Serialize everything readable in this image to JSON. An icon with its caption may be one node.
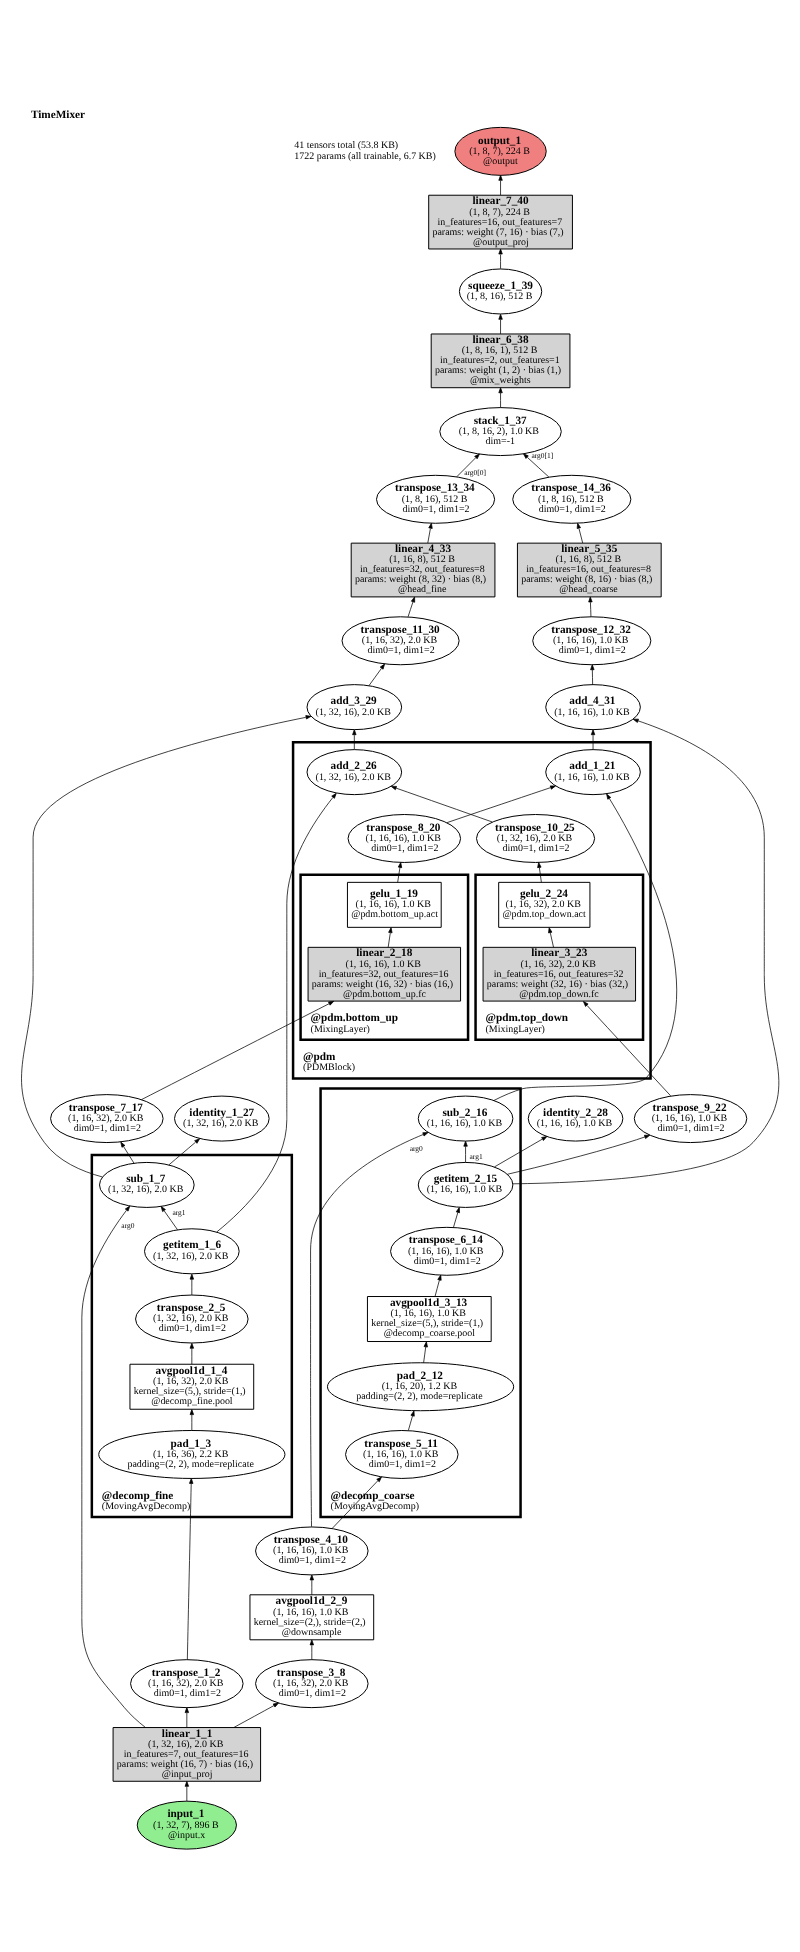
{
  "diagram": {
    "title": "TimeMixer",
    "labels": [
      "41 tensors total (53.8 KB)",
      "1722 params (all trainable, 6.7 KB)"
    ],
    "nodes": [
      {
        "text": [
          "output_1",
          "(1, 8, 7), 224 B",
          "@output"
        ]
      },
      {
        "text": [
          "linear_7_40",
          "(1, 8, 7), 224 B",
          "in_features=16, out_features=7",
          "params: weight (7, 16) · bias (7,)",
          "@output_proj"
        ]
      },
      {
        "text": [
          "squeeze_1_39",
          "(1, 8, 16), 512 B"
        ]
      },
      {
        "text": [
          "linear_6_38",
          "(1, 8, 16, 1), 512 B",
          "in_features=2, out_features=1",
          "params: weight (1, 2) · bias (1,)",
          "@mix_weights"
        ]
      },
      {
        "text": [
          "stack_1_37",
          "(1, 8, 16, 2), 1.0 KB",
          "dim=-1"
        ]
      },
      {
        "text": [
          "transpose_13_34",
          "(1, 8, 16), 512 B",
          "dim0=1, dim1=2"
        ]
      },
      {
        "text": [
          "transpose_14_36",
          "(1, 8, 16), 512 B",
          "dim0=1, dim1=2"
        ]
      },
      {
        "text": [
          "linear_4_33",
          "(1, 16, 8), 512 B",
          "in_features=32, out_features=8",
          "params: weight (8, 32) · bias (8,)",
          "@head_fine"
        ]
      },
      {
        "text": [
          "linear_5_35",
          "(1, 16, 8), 512 B",
          "in_features=16, out_features=8",
          "params: weight (8, 16) · bias (8,)",
          "@head_coarse"
        ]
      },
      {
        "text": [
          "transpose_11_30",
          "(1, 16, 32), 2.0 KB",
          "dim0=1, dim1=2"
        ]
      },
      {
        "text": [
          "transpose_12_32",
          "(1, 16, 16), 1.0 KB",
          "dim0=1, dim1=2"
        ]
      },
      {
        "text": [
          "add_3_29",
          "(1, 32, 16), 2.0 KB"
        ]
      },
      {
        "text": [
          "add_4_31",
          "(1, 16, 16), 1.0 KB"
        ]
      },
      {
        "text": [
          "@pdm",
          "(PDMBlock)"
        ]
      },
      {
        "text": [
          "add_2_26",
          "(1, 32, 16), 2.0 KB"
        ],
        "in": 13
      },
      {
        "text": [
          "add_1_21",
          "(1, 16, 16), 1.0 KB"
        ],
        "in": 13
      },
      {
        "text": [
          "transpose_10_25",
          "(1, 32, 16), 2.0 KB",
          "dim0=1, dim1=2"
        ],
        "in": 13
      },
      {
        "text": [
          "transpose_8_20",
          "(1, 16, 16), 1.0 KB",
          "dim0=1, dim1=2"
        ],
        "in": 13
      },
      {
        "text": [
          "@pdm.top_down",
          "(MixingLayer)"
        ],
        "in": 13
      },
      {
        "text": [
          "gelu_2_24",
          "(1, 16, 32), 2.0 KB",
          "@pdm.top_down.act"
        ],
        "in": 18
      },
      {
        "text": [
          "linear_3_23",
          "(1, 16, 32), 2.0 KB",
          "in_features=16, out_features=32",
          "params: weight (32, 16) · bias (32,)",
          "@pdm.top_down.fc"
        ],
        "in": 18
      },
      {
        "text": [
          "@pdm.bottom_up",
          "(MixingLayer)"
        ],
        "in": 13
      },
      {
        "text": [
          "gelu_1_19",
          "(1, 16, 16), 1.0 KB",
          "@pdm.bottom_up.act"
        ],
        "in": 21
      },
      {
        "text": [
          "linear_2_18",
          "(1, 16, 16), 1.0 KB",
          "in_features=32, out_features=16",
          "params: weight (16, 32) · bias (16,)",
          "@pdm.bottom_up.fc"
        ],
        "in": 21
      },
      {
        "text": [
          "@decomp_coarse",
          "(MovingAvgDecomp)"
        ]
      },
      {
        "text": [
          "transpose_7_17",
          "(1, 16, 32), 2.0 KB",
          "dim0=1, dim1=2"
        ]
      },
      {
        "text": [
          "identity_1_27",
          "(1, 32, 16), 2.0 KB"
        ]
      },
      {
        "text": [
          "sub_2_16",
          "(1, 16, 16), 1.0 KB"
        ],
        "in": 24
      },
      {
        "text": [
          "transpose_9_22",
          "(1, 16, 16), 1.0 KB",
          "dim0=1, dim1=2"
        ]
      },
      {
        "text": [
          "identity_2_28",
          "(1, 16, 16), 1.0 KB"
        ]
      },
      {
        "text": [
          "@decomp_fine",
          "(MovingAvgDecomp)"
        ]
      },
      {
        "text": [
          "sub_1_7",
          "(1, 32, 16), 2.0 KB"
        ],
        "in": 30
      },
      {
        "text": [
          "getitem_2_15",
          "(1, 16, 16), 1.0 KB"
        ],
        "in": 24
      },
      {
        "text": [
          "getitem_1_6",
          "(1, 32, 16), 2.0 KB"
        ],
        "in": 30
      },
      {
        "text": [
          "transpose_6_14",
          "(1, 16, 16), 1.0 KB",
          "dim0=1, dim1=2"
        ],
        "in": 24
      },
      {
        "text": [
          "transpose_2_5",
          "(1, 32, 16), 2.0 KB",
          "dim0=1, dim1=2"
        ],
        "in": 30
      },
      {
        "text": [
          "avgpool1d_3_13",
          "(1, 16, 16), 1.0 KB",
          "kernel_size=(5,), stride=(1,)",
          "@decomp_coarse.pool"
        ],
        "in": 24
      },
      {
        "text": [
          "avgpool1d_1_4",
          "(1, 16, 32), 2.0 KB",
          "kernel_size=(5,), stride=(1,)",
          "@decomp_fine.pool"
        ],
        "in": 30
      },
      {
        "text": [
          "pad_2_12",
          "(1, 16, 20), 1.2 KB",
          "padding=(2, 2), mode=replicate"
        ],
        "in": 24
      },
      {
        "text": [
          "pad_1_3",
          "(1, 16, 36), 2.2 KB",
          "padding=(2, 2), mode=replicate"
        ],
        "in": 30
      },
      {
        "text": [
          "transpose_5_11",
          "(1, 16, 16), 1.0 KB",
          "dim0=1, dim1=2"
        ],
        "in": 24
      },
      {
        "text": [
          "transpose_4_10",
          "(1, 16, 16), 1.0 KB",
          "dim0=1, dim1=2"
        ]
      },
      {
        "text": [
          "avgpool1d_2_9",
          "(1, 16, 16), 1.0 KB",
          "kernel_size=(2,), stride=(2,)",
          "@downsample"
        ]
      },
      {
        "text": [
          "transpose_1_2",
          "(1, 16, 32), 2.0 KB",
          "dim0=1, dim1=2"
        ]
      },
      {
        "text": [
          "transpose_3_8",
          "(1, 16, 32), 2.0 KB",
          "dim0=1, dim1=2"
        ]
      },
      {
        "text": [
          "linear_1_1",
          "(1, 32, 16), 2.0 KB",
          "in_features=7, out_features=16",
          "params: weight (16, 7) · bias (16,)",
          "@input_proj"
        ]
      },
      {
        "text": [
          "input_1",
          "(1, 32, 7), 896 B",
          "@input.x"
        ]
      }
    ],
    "edges": [
      {
        "from": 46,
        "to": 45,
        "arrow": "to"
      },
      {
        "from": 45,
        "to": 43,
        "arrow": "to"
      },
      {
        "from": 45,
        "to": 44,
        "arrow": "to"
      },
      {
        "from": 45,
        "to": 31,
        "arrow": "to",
        "label": "arg0"
      },
      {
        "from": 43,
        "to": 39,
        "arrow": "to"
      },
      {
        "from": 39,
        "to": 37,
        "arrow": "to"
      },
      {
        "from": 37,
        "to": 35,
        "arrow": "to"
      },
      {
        "from": 35,
        "to": 33,
        "arrow": "to"
      },
      {
        "from": 33,
        "to": 31,
        "arrow": "to",
        "label": "arg1"
      },
      {
        "from": 44,
        "to": 42,
        "arrow": "to"
      },
      {
        "from": 42,
        "to": 41,
        "arrow": "to"
      },
      {
        "from": 41,
        "to": 40,
        "arrow": "to"
      },
      {
        "from": 41,
        "to": 27,
        "arrow": "to",
        "label": "arg0"
      },
      {
        "from": 40,
        "to": 38,
        "arrow": "to"
      },
      {
        "from": 38,
        "to": 36,
        "arrow": "to"
      },
      {
        "from": 36,
        "to": 34,
        "arrow": "to"
      },
      {
        "from": 34,
        "to": 32,
        "arrow": "to"
      },
      {
        "from": 32,
        "to": 27,
        "arrow": "to",
        "label": "arg1"
      },
      {
        "from": 31,
        "to": 25,
        "arrow": "to"
      },
      {
        "from": 31,
        "to": 26,
        "arrow": "to"
      },
      {
        "from": 31,
        "to": 11,
        "arrow": "to"
      },
      {
        "from": 32,
        "to": 28,
        "arrow": "to"
      },
      {
        "from": 32,
        "to": 29,
        "arrow": "to"
      },
      {
        "from": 32,
        "to": 12,
        "arrow": "to"
      },
      {
        "from": 25,
        "to": 23,
        "arrow": "to"
      },
      {
        "from": 23,
        "to": 22,
        "arrow": "to"
      },
      {
        "from": 22,
        "to": 17,
        "arrow": "to"
      },
      {
        "from": 17,
        "to": 15,
        "arrow": "to"
      },
      {
        "from": 27,
        "to": 15,
        "arrow": "to"
      },
      {
        "from": 28,
        "to": 20,
        "arrow": "to"
      },
      {
        "from": 20,
        "to": 19,
        "arrow": "to"
      },
      {
        "from": 19,
        "to": 16,
        "arrow": "to"
      },
      {
        "from": 16,
        "to": 14,
        "arrow": "to"
      },
      {
        "from": 33,
        "to": 14,
        "arrow": "to"
      },
      {
        "from": 14,
        "to": 11,
        "arrow": "to"
      },
      {
        "from": 15,
        "to": 12,
        "arrow": "to"
      },
      {
        "from": 11,
        "to": 9,
        "arrow": "to"
      },
      {
        "from": 12,
        "to": 10,
        "arrow": "to"
      },
      {
        "from": 9,
        "to": 7,
        "arrow": "to"
      },
      {
        "from": 10,
        "to": 8,
        "arrow": "to"
      },
      {
        "from": 7,
        "to": 5,
        "arrow": "to"
      },
      {
        "from": 8,
        "to": 6,
        "arrow": "to"
      },
      {
        "from": 5,
        "to": 4,
        "arrow": "to",
        "label": "arg0[0]"
      },
      {
        "from": 6,
        "to": 4,
        "arrow": "to",
        "label": "arg0[1]"
      },
      {
        "from": 4,
        "to": 3,
        "arrow": "to"
      },
      {
        "from": 3,
        "to": 2,
        "arrow": "to"
      },
      {
        "from": 2,
        "to": 1,
        "arrow": "to"
      },
      {
        "from": 1,
        "to": 0,
        "arrow": "to"
      }
    ]
  }
}
